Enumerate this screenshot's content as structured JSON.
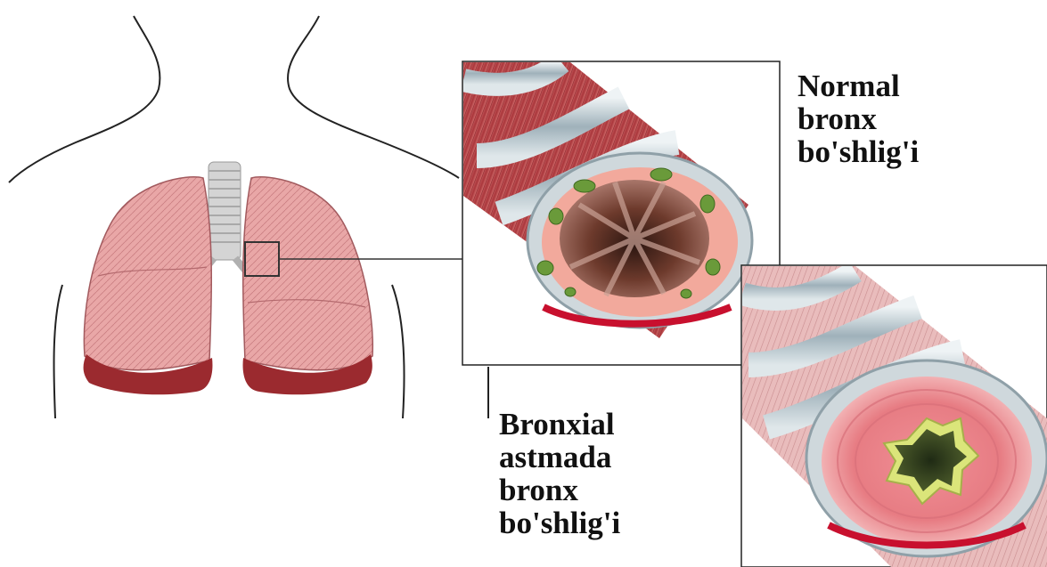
{
  "labels": {
    "normal": {
      "lines": [
        "Normal",
        "bronx",
        "bo'shlig'i"
      ]
    },
    "asthma": {
      "lines": [
        "Bronxial",
        "astmada",
        "bronx",
        "bo'shlig'i"
      ]
    }
  },
  "colors": {
    "lung_tissue": "#e8a3a3",
    "lung_base": "#9b2a2f",
    "trachea": "#c9c9c9",
    "muscle_band": "#b9474a",
    "cartilage": "#b7c6ce",
    "mucosa_normal": "#f3b4a8",
    "mucus_green": "#6a9a3a",
    "lumen_dark": "#4a2b22",
    "mucosa_inflamed": "#e98a90",
    "mucus_yellow": "#d9e27a",
    "line": "#222222"
  }
}
